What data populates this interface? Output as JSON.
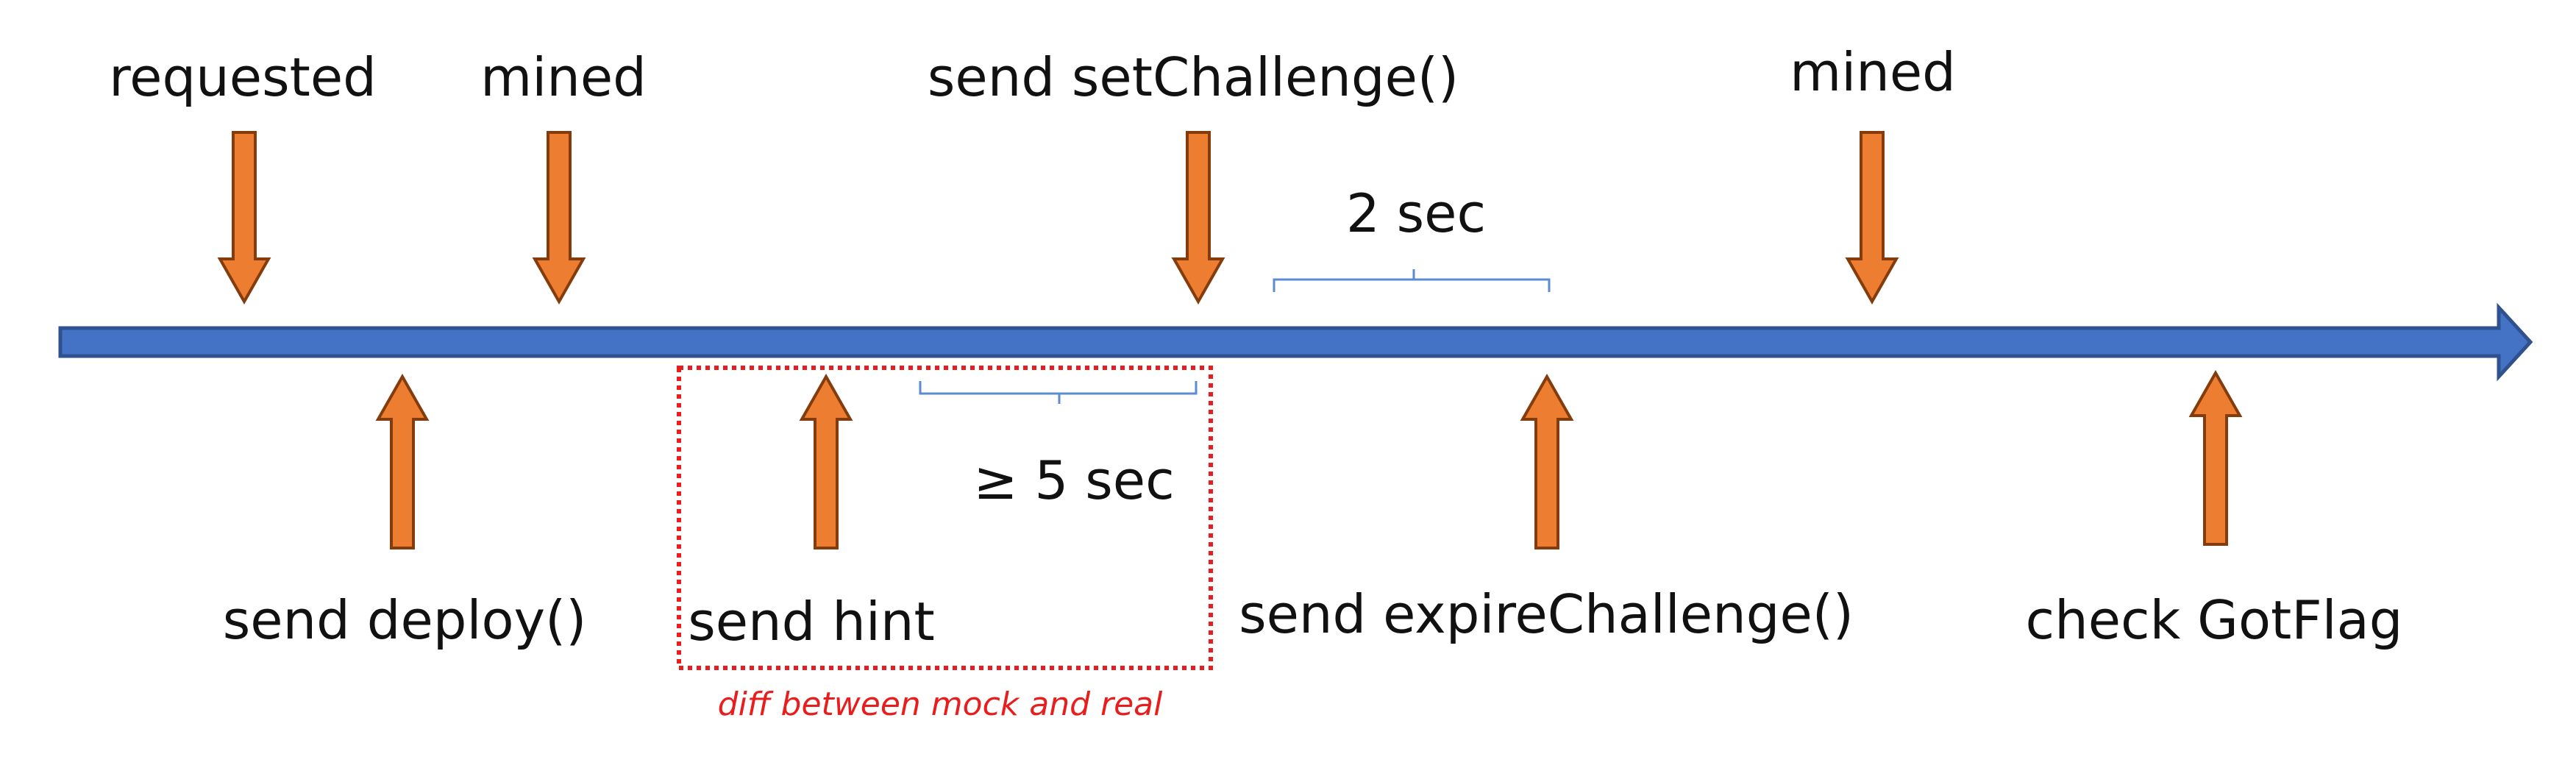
{
  "colors": {
    "timeline_fill": "#4472C4",
    "timeline_stroke": "#2F528F",
    "arrow_fill": "#ED7D31",
    "arrow_stroke": "#843C0C",
    "brace": "#5B8BD0",
    "highlight": "#E81E1E",
    "text": "#111111"
  },
  "events_top": [
    {
      "label": "requested"
    },
    {
      "label": "mined"
    },
    {
      "label": "send setChallenge()"
    },
    {
      "label": "mined"
    }
  ],
  "events_bottom": [
    {
      "label": "send deploy()"
    },
    {
      "label": "send hint"
    },
    {
      "label": "send expireChallenge()"
    },
    {
      "label": "check GotFlag"
    }
  ],
  "intervals": {
    "setchallenge_to_expire": {
      "label": "2 sec"
    },
    "hint_to_setchallenge": {
      "label": "≥ 5 sec"
    }
  },
  "highlight": {
    "note": "diff between mock and real"
  }
}
